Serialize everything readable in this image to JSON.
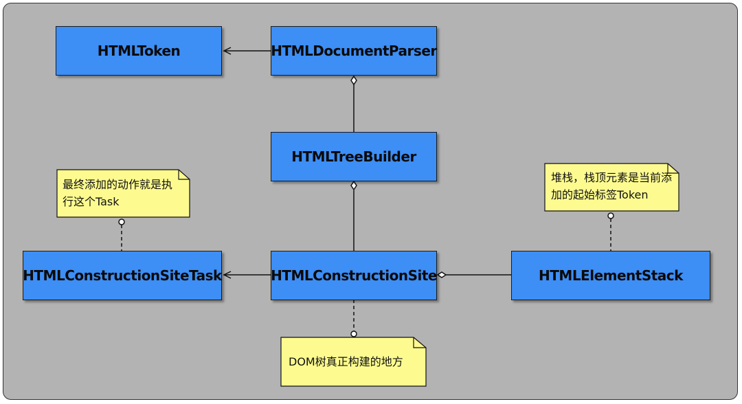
{
  "classes": {
    "html_token": "HTMLToken",
    "html_document_parser": "HTMLDocumentParser",
    "html_tree_builder": "HTMLTreeBuilder",
    "html_construction_site_task": "HTMLConstructionSiteTask",
    "html_construction_site": "HTMLConstructionSite",
    "html_element_stack": "HTMLElementStack"
  },
  "notes": {
    "task_note": "最终添加的动作就是执行这个Task",
    "stack_note": "堆栈，栈顶元素是当前添加的起始标签Token",
    "site_note": "DOM树真正构建的地方"
  },
  "colors": {
    "background": "#b3b3b3",
    "class_fill": "#3d8ef5",
    "note_fill": "#fdfb8f"
  }
}
